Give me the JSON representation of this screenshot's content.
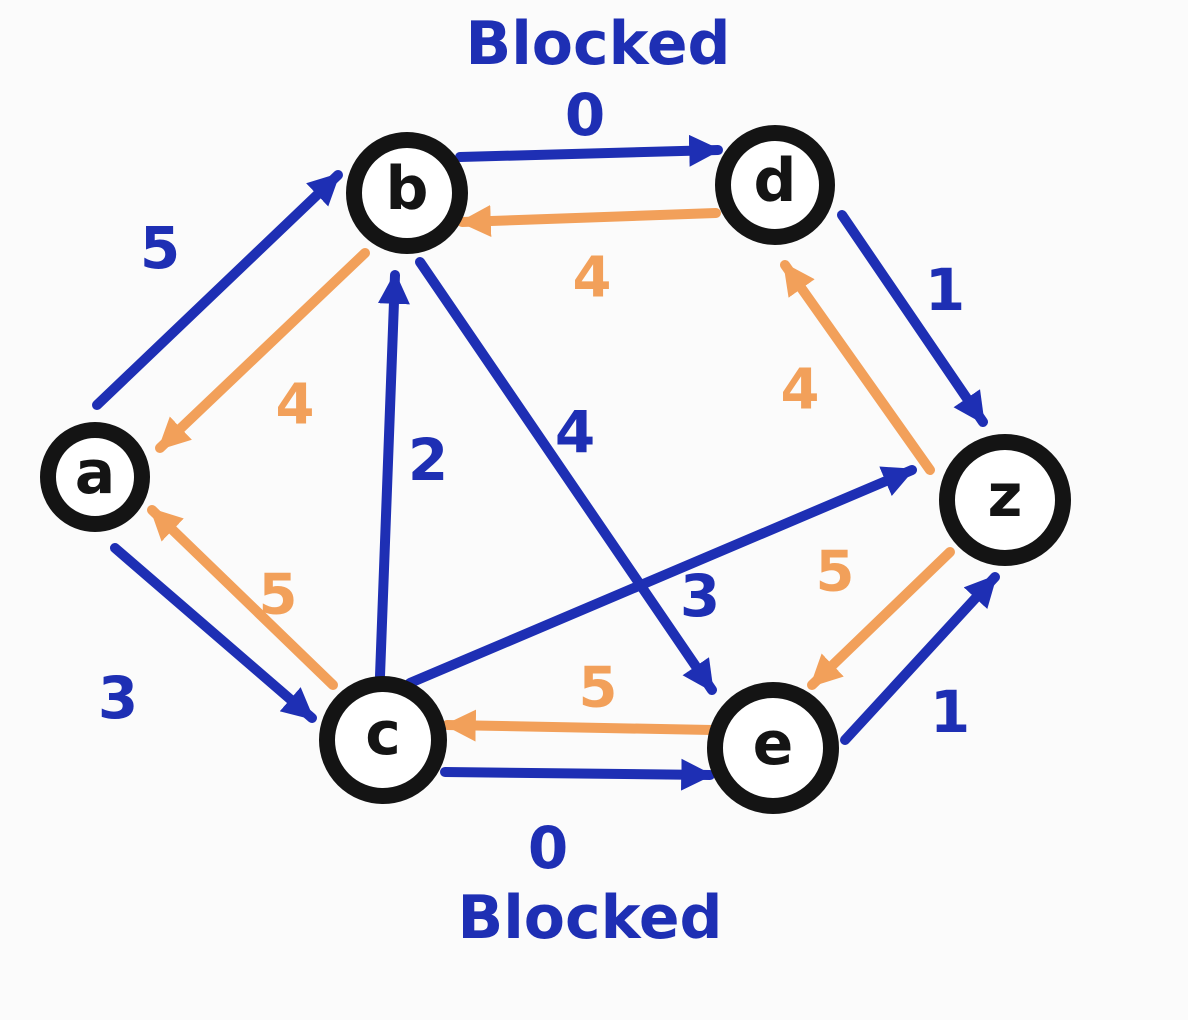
{
  "colors": {
    "forward": "#1e2fb4",
    "reverse": "#f2a05a",
    "node_ring": "#141414"
  },
  "annotations": {
    "top": "Blocked",
    "bottom": "Blocked"
  },
  "nodes": [
    {
      "id": "a",
      "label": "a"
    },
    {
      "id": "b",
      "label": "b"
    },
    {
      "id": "c",
      "label": "c"
    },
    {
      "id": "d",
      "label": "d"
    },
    {
      "id": "e",
      "label": "e"
    },
    {
      "id": "z",
      "label": "z"
    }
  ],
  "edges": [
    {
      "id": "a-b",
      "from": "a",
      "to": "b",
      "color": "blue",
      "label": "5"
    },
    {
      "id": "b-a",
      "from": "b",
      "to": "a",
      "color": "orange",
      "label": "4"
    },
    {
      "id": "b-d",
      "from": "b",
      "to": "d",
      "color": "blue",
      "label": "0"
    },
    {
      "id": "d-b",
      "from": "d",
      "to": "b",
      "color": "orange",
      "label": "4"
    },
    {
      "id": "c-b",
      "from": "c",
      "to": "b",
      "color": "blue",
      "label": "2"
    },
    {
      "id": "b-e",
      "from": "b",
      "to": "e",
      "color": "blue",
      "label": "4"
    },
    {
      "id": "a-c",
      "from": "a",
      "to": "c",
      "color": "blue",
      "label": "3"
    },
    {
      "id": "c-a",
      "from": "c",
      "to": "a",
      "color": "orange",
      "label": "5"
    },
    {
      "id": "c-z",
      "from": "c",
      "to": "z",
      "color": "blue",
      "label": "3"
    },
    {
      "id": "c-e",
      "from": "c",
      "to": "e",
      "color": "blue",
      "label": "0"
    },
    {
      "id": "e-c",
      "from": "e",
      "to": "c",
      "color": "orange",
      "label": "5"
    },
    {
      "id": "d-z",
      "from": "d",
      "to": "z",
      "color": "blue",
      "label": "1"
    },
    {
      "id": "z-d",
      "from": "z",
      "to": "d",
      "color": "orange",
      "label": "4"
    },
    {
      "id": "z-e",
      "from": "z",
      "to": "e",
      "color": "orange",
      "label": "5"
    },
    {
      "id": "e-z",
      "from": "e",
      "to": "z",
      "color": "blue",
      "label": "1"
    }
  ]
}
